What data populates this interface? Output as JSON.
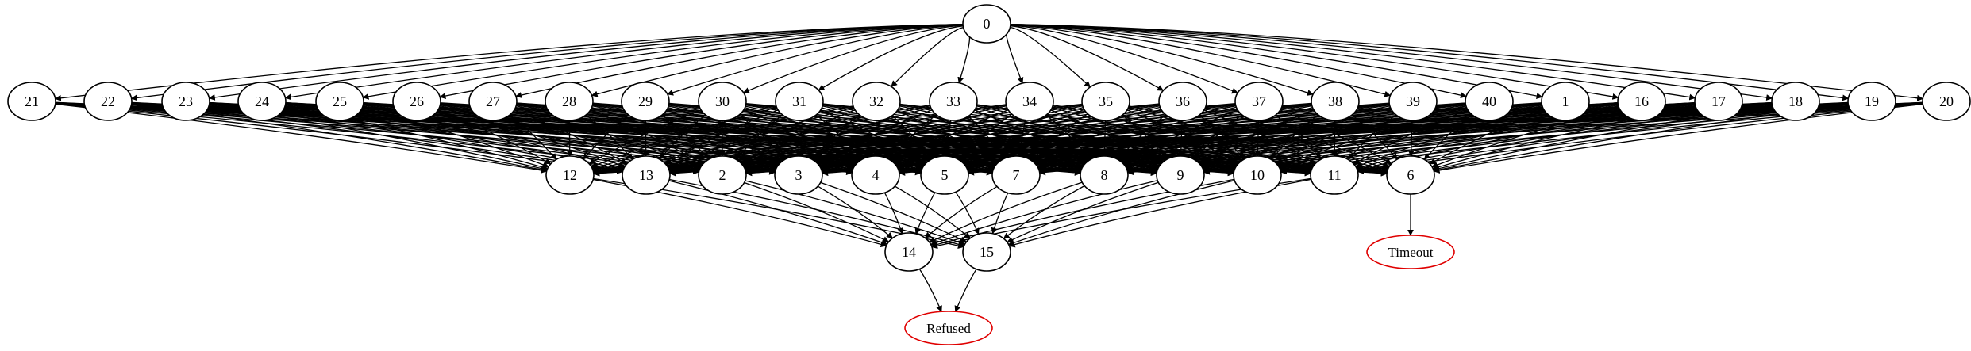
{
  "graph": {
    "nodes": [
      {
        "id": "0",
        "label": "0"
      },
      {
        "id": "21",
        "label": "21"
      },
      {
        "id": "22",
        "label": "22"
      },
      {
        "id": "23",
        "label": "23"
      },
      {
        "id": "24",
        "label": "24"
      },
      {
        "id": "25",
        "label": "25"
      },
      {
        "id": "26",
        "label": "26"
      },
      {
        "id": "27",
        "label": "27"
      },
      {
        "id": "28",
        "label": "28"
      },
      {
        "id": "29",
        "label": "29"
      },
      {
        "id": "30",
        "label": "30"
      },
      {
        "id": "31",
        "label": "31"
      },
      {
        "id": "32",
        "label": "32"
      },
      {
        "id": "33",
        "label": "33"
      },
      {
        "id": "34",
        "label": "34"
      },
      {
        "id": "35",
        "label": "35"
      },
      {
        "id": "36",
        "label": "36"
      },
      {
        "id": "37",
        "label": "37"
      },
      {
        "id": "38",
        "label": "38"
      },
      {
        "id": "39",
        "label": "39"
      },
      {
        "id": "40",
        "label": "40"
      },
      {
        "id": "1",
        "label": "1"
      },
      {
        "id": "16",
        "label": "16"
      },
      {
        "id": "17",
        "label": "17"
      },
      {
        "id": "18",
        "label": "18"
      },
      {
        "id": "19",
        "label": "19"
      },
      {
        "id": "20",
        "label": "20"
      },
      {
        "id": "12",
        "label": "12"
      },
      {
        "id": "13",
        "label": "13"
      },
      {
        "id": "2",
        "label": "2"
      },
      {
        "id": "3",
        "label": "3"
      },
      {
        "id": "4",
        "label": "4"
      },
      {
        "id": "5",
        "label": "5"
      },
      {
        "id": "7",
        "label": "7"
      },
      {
        "id": "8",
        "label": "8"
      },
      {
        "id": "9",
        "label": "9"
      },
      {
        "id": "10",
        "label": "10"
      },
      {
        "id": "11",
        "label": "11"
      },
      {
        "id": "6",
        "label": "6"
      },
      {
        "id": "14",
        "label": "14"
      },
      {
        "id": "15",
        "label": "15"
      },
      {
        "id": "Timeout",
        "label": "Timeout",
        "terminal": true
      },
      {
        "id": "Refused",
        "label": "Refused",
        "terminal": true
      }
    ],
    "edges": {
      "from_root": [
        "21",
        "22",
        "23",
        "24",
        "25",
        "26",
        "27",
        "28",
        "29",
        "30",
        "31",
        "32",
        "33",
        "34",
        "35",
        "36",
        "37",
        "38",
        "39",
        "40",
        "1",
        "16",
        "17",
        "18",
        "19",
        "20"
      ],
      "upper_to_middle_all": {
        "sources": [
          "21",
          "22",
          "23",
          "24",
          "25",
          "26",
          "27",
          "28",
          "29",
          "30",
          "31",
          "32",
          "33",
          "34",
          "35",
          "36",
          "37",
          "38",
          "39",
          "40",
          "1",
          "16",
          "17",
          "18",
          "19",
          "20"
        ],
        "targets": [
          "12",
          "13",
          "2",
          "3",
          "4",
          "5",
          "7",
          "8",
          "9",
          "10",
          "11",
          "6"
        ]
      },
      "lower": [
        [
          "12",
          "14"
        ],
        [
          "12",
          "15"
        ],
        [
          "13",
          "14"
        ],
        [
          "13",
          "15"
        ],
        [
          "2",
          "14"
        ],
        [
          "2",
          "15"
        ],
        [
          "3",
          "14"
        ],
        [
          "3",
          "15"
        ],
        [
          "4",
          "14"
        ],
        [
          "4",
          "15"
        ],
        [
          "5",
          "14"
        ],
        [
          "5",
          "15"
        ],
        [
          "7",
          "14"
        ],
        [
          "7",
          "15"
        ],
        [
          "8",
          "14"
        ],
        [
          "8",
          "15"
        ],
        [
          "9",
          "14"
        ],
        [
          "9",
          "15"
        ],
        [
          "10",
          "14"
        ],
        [
          "10",
          "15"
        ],
        [
          "11",
          "14"
        ],
        [
          "11",
          "15"
        ],
        [
          "6",
          "Timeout"
        ],
        [
          "14",
          "Refused"
        ],
        [
          "15",
          "Refused"
        ]
      ]
    }
  },
  "colors": {
    "edge": "#000000",
    "node_stroke": "#000000",
    "terminal_stroke": "#e00000",
    "background": "#ffffff"
  }
}
